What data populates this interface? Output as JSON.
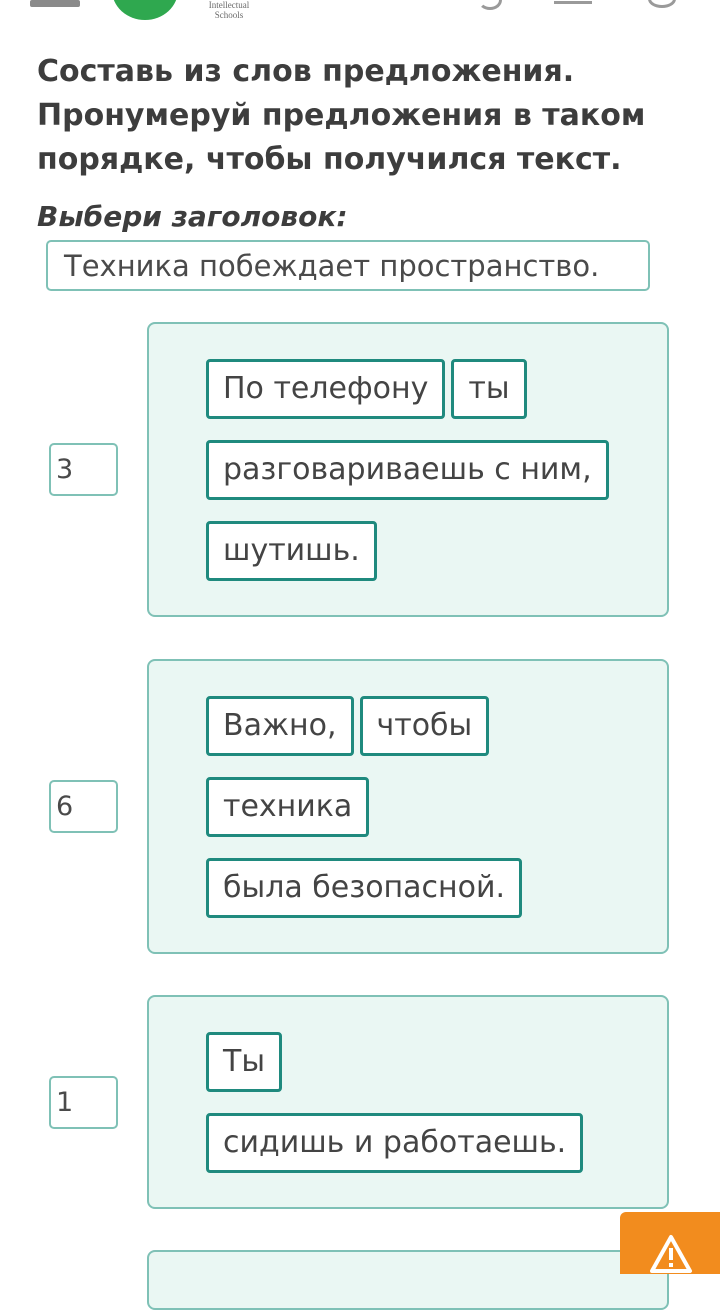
{
  "header": {
    "logo_text": "Intellectual Schools"
  },
  "task": {
    "instruction": "Составь из слов предложения. Пронумеруй предложения в таком порядке, чтобы получился текст.",
    "title_label": "Выбери заголовок:",
    "title_value": "Техника побеждает пространство."
  },
  "sentences": [
    {
      "number": "3",
      "lines": [
        [
          "По телефону",
          "ты"
        ],
        [
          "разговариваешь с ним,"
        ],
        [
          "шутишь."
        ]
      ]
    },
    {
      "number": "6",
      "lines": [
        [
          "Важно,",
          "чтобы"
        ],
        [
          "техника"
        ],
        [
          "была безопасной."
        ]
      ]
    },
    {
      "number": "1",
      "lines": [
        [
          "Ты"
        ],
        [
          "сидишь и работаешь."
        ]
      ]
    }
  ],
  "colors": {
    "accent": "#1f8a7e",
    "card_background": "#eaf7f3",
    "border_light": "#7fc1b6",
    "alert": "#f28c1e",
    "logo": "#2fa84f"
  },
  "icons": {
    "menu": "hamburger-menu-icon",
    "alert": "warning-triangle-icon"
  }
}
